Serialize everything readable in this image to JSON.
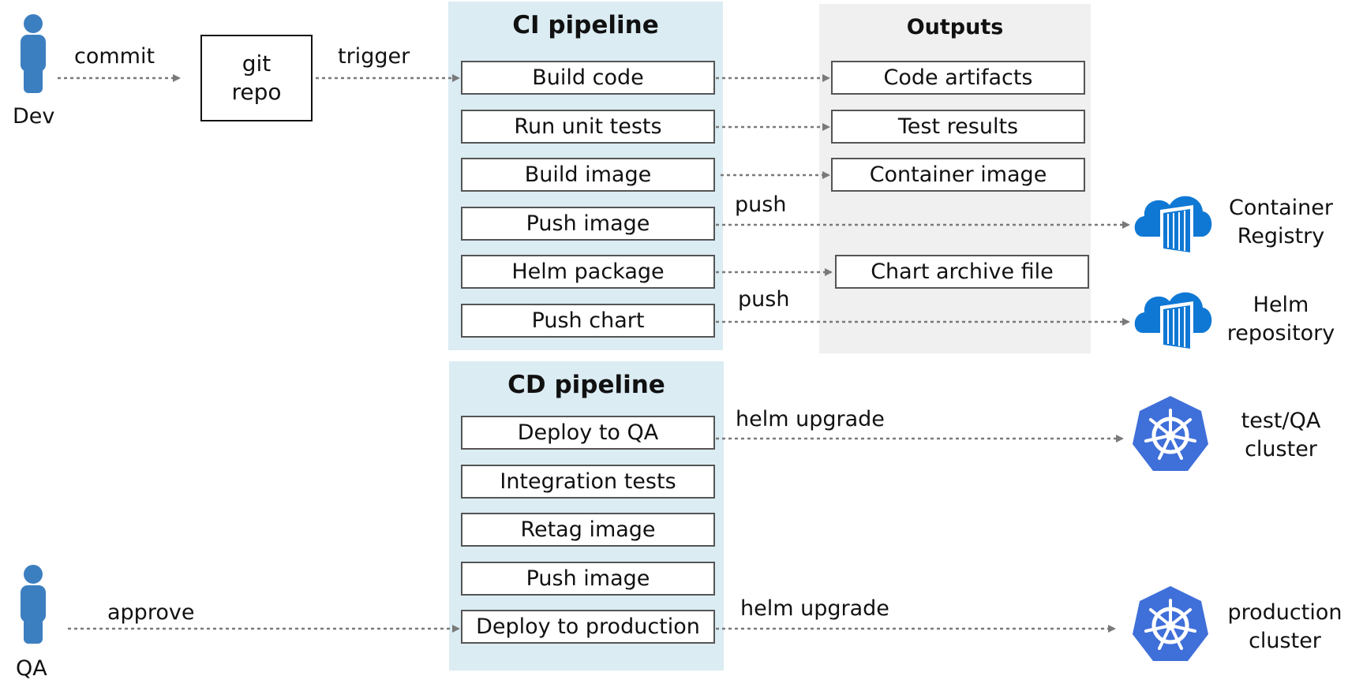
{
  "actors": {
    "dev": "Dev",
    "qa": "QA"
  },
  "repo": {
    "line1": "git",
    "line2": "repo"
  },
  "edge_labels": {
    "commit": "commit",
    "trigger": "trigger",
    "push_image": "push",
    "push_chart": "push",
    "helm_upgrade_qa": "helm upgrade",
    "helm_upgrade_prod": "helm upgrade",
    "approve": "approve"
  },
  "ci": {
    "title": "CI pipeline",
    "steps": [
      "Build code",
      "Run unit tests",
      "Build image",
      "Push image",
      "Helm package",
      "Push chart"
    ]
  },
  "outputs": {
    "title": "Outputs",
    "items": [
      "Code artifacts",
      "Test results",
      "Container image",
      "Chart archive file"
    ]
  },
  "cd": {
    "title": "CD pipeline",
    "steps": [
      "Deploy to QA",
      "Integration tests",
      "Retag image",
      "Push image",
      "Deploy to production"
    ]
  },
  "targets": {
    "container_registry": [
      "Container",
      "Registry"
    ],
    "helm_repository": [
      "Helm",
      "repository"
    ],
    "test_cluster": [
      "test/QA",
      "cluster"
    ],
    "prod_cluster": [
      "production",
      "cluster"
    ]
  },
  "icons": {
    "person": "person-icon",
    "registry": "container-registry-icon",
    "kubernetes": "kubernetes-icon"
  },
  "colors": {
    "person": "#3c7fc1",
    "registry": "#0f78d4",
    "kubernetes": "#3f6fd9",
    "panel_pipeline": "#dbecf3",
    "panel_outputs": "#f0f0f0",
    "arrow": "#7a7a7a"
  }
}
